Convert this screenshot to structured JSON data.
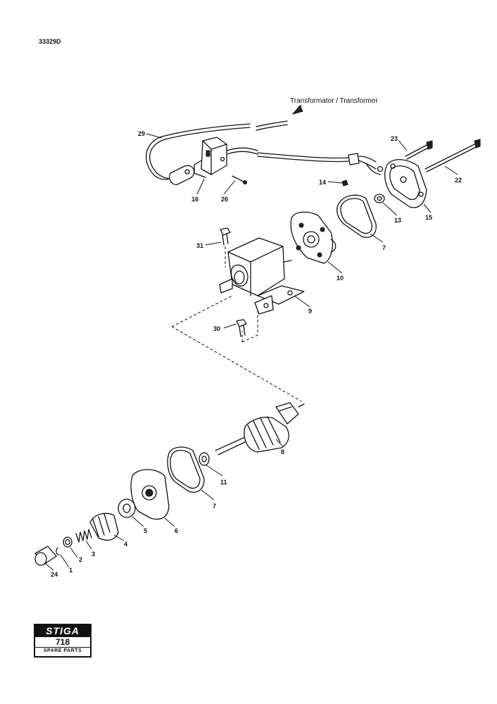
{
  "document_code": "33329D",
  "transformer_label": "Transformator / Transformer",
  "logo": {
    "brand": "STIGA",
    "model": "718",
    "subtitle": "SPARE PARTS"
  },
  "callouts": {
    "p1": "1",
    "p2": "2",
    "p3": "3",
    "p4": "4",
    "p5": "5",
    "p6": "6",
    "p7a": "7",
    "p7b": "7",
    "p8": "8",
    "p9": "9",
    "p10": "10",
    "p11": "11",
    "p13": "13",
    "p14": "14",
    "p15": "15",
    "p16": "16",
    "p22": "22",
    "p23": "23",
    "p24": "24",
    "p26": "26",
    "p29": "29",
    "p30": "30",
    "p31": "31"
  }
}
